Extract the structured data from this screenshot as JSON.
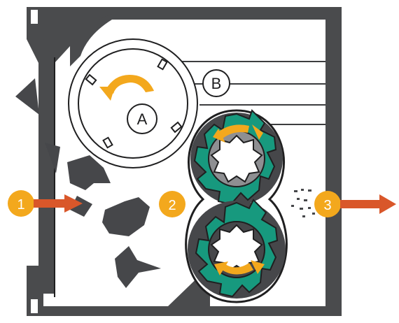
{
  "labels": {
    "circle_a": "A",
    "circle_b": "B",
    "step_1": "1",
    "step_2": "2",
    "step_3": "3"
  },
  "colors": {
    "housing": "#4a4b4d",
    "outline": "#1f1f20",
    "gear_green": "#17997e",
    "gear_ring": "#8e8f92",
    "orange_step": "#f3a81d",
    "orange_arrow_body": "#d9572a",
    "particles": "#46474a",
    "background": "#ffffff"
  },
  "icons": {
    "step_arrow": "arrow-right-icon",
    "rotation_arrow": "curved-arrow-icon"
  }
}
